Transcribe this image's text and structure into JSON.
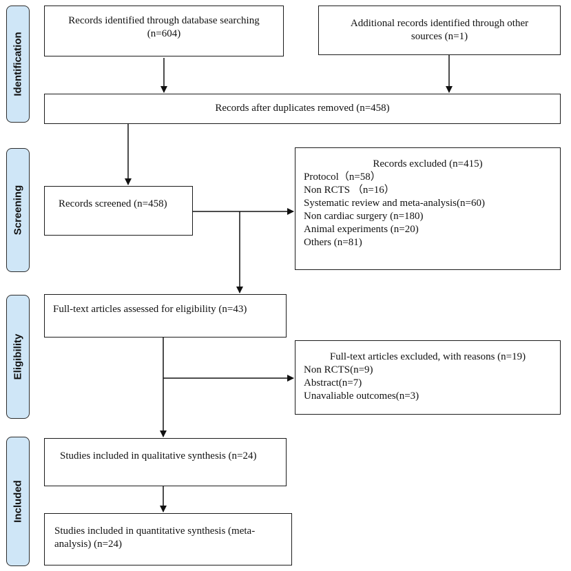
{
  "phases": {
    "identification": "Identification",
    "screening": "Screening",
    "eligibility": "Eligibility",
    "included": "Included"
  },
  "identification": {
    "database": {
      "line1": "Records identified through database searching",
      "line2": "(n=604)"
    },
    "other": {
      "line1": "Additional records identified through other",
      "line2": "sources (n=1)"
    }
  },
  "duplicates_removed": "Records after duplicates removed (n=458)",
  "screened": "Records screened (n=458)",
  "records_excluded": {
    "title": "Records excluded (n=415)",
    "items": [
      "Protocol（n=58）",
      "Non RCTS （n=16）",
      "Systematic review and meta-analysis(n=60)",
      "Non cardiac surgery (n=180)",
      "Animal experiments (n=20)",
      "Others (n=81)"
    ]
  },
  "full_text_assessed": "Full-text articles assessed for eligibility (n=43)",
  "full_text_excluded": {
    "title": "Full-text articles excluded, with reasons (n=19)",
    "items": [
      "Non RCTS(n=9)",
      "Abstract(n=7)",
      "Unavaliable outcomes(n=3)"
    ]
  },
  "qualitative": "Studies included in qualitative synthesis (n=24)",
  "quantitative": {
    "line1": "Studies included in quantitative synthesis (meta-",
    "line2": "analysis) (n=24)"
  }
}
